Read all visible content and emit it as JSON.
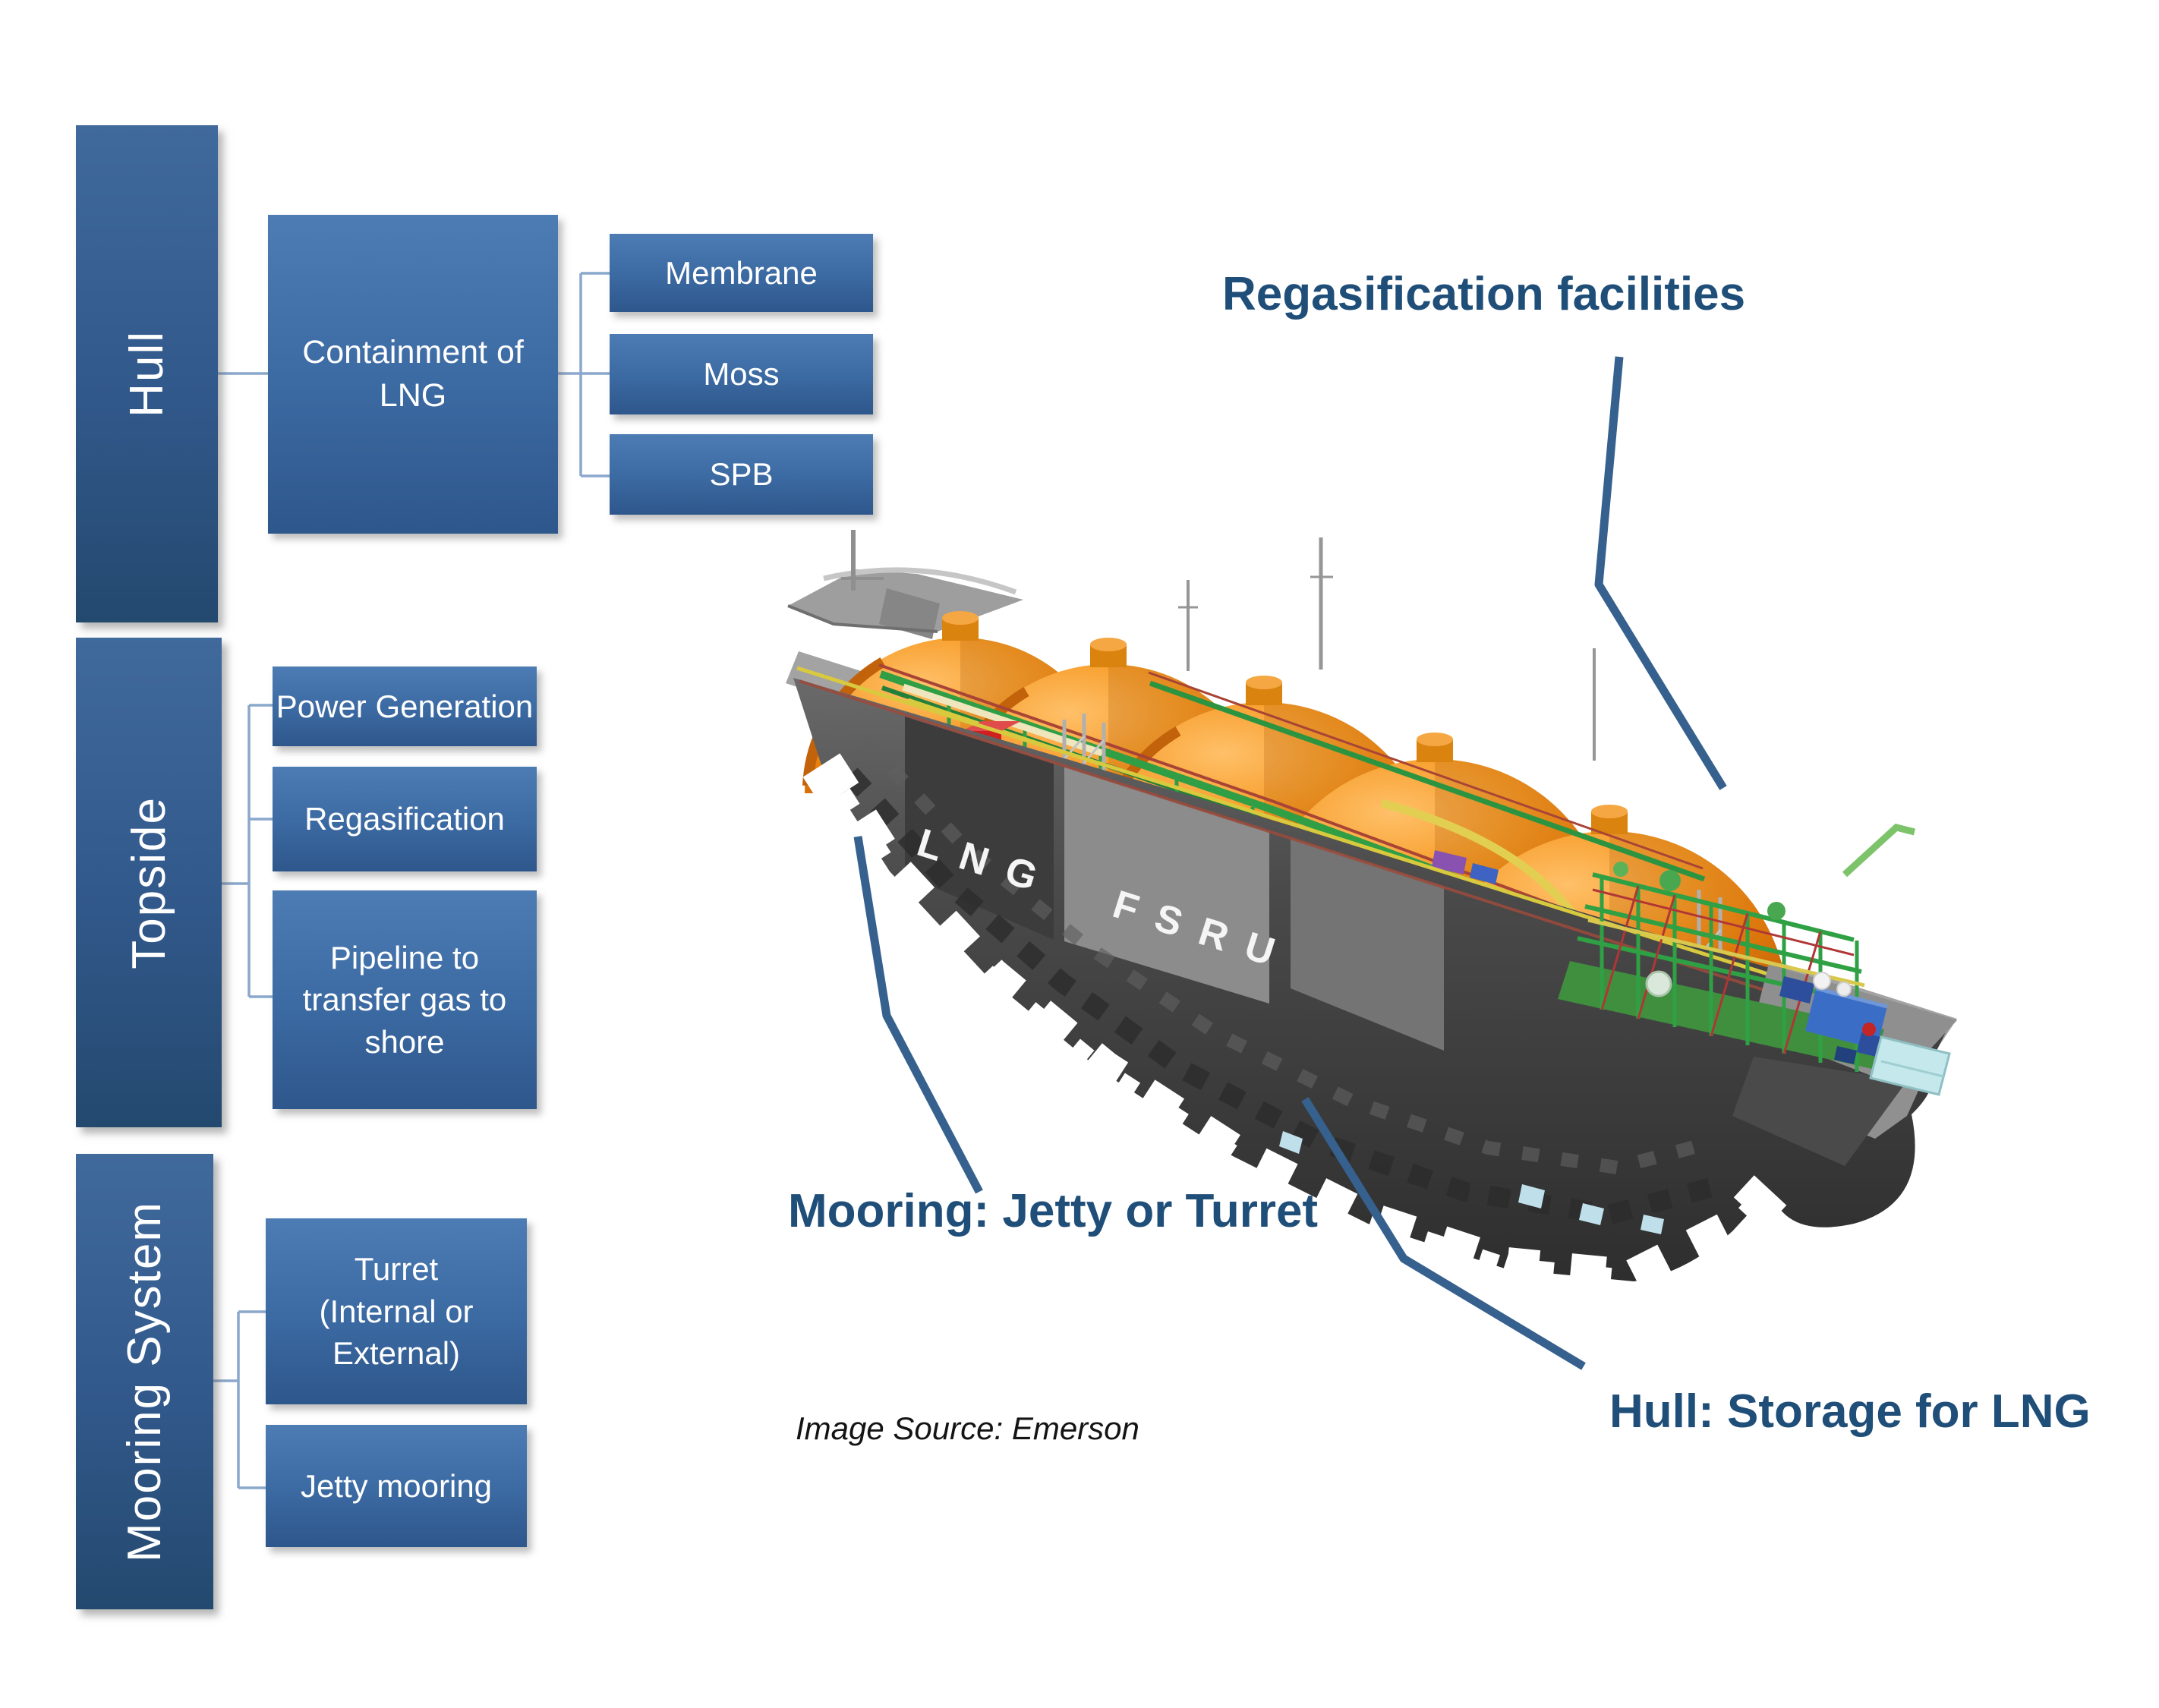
{
  "palette": {
    "accent_dark": "#1f4e79",
    "callout": "#36618e",
    "connector": "#8aa7cc",
    "box_top": "#4d7cb4",
    "box_bot": "#2e578c",
    "vbox_top": "#40699c",
    "vbox_bot": "#24496f",
    "text_white": "#ffffff",
    "tank_orange": "#f79d2a",
    "deck_green": "#2f9e44"
  },
  "hierarchy": {
    "hull": {
      "label": "Hull",
      "containment": {
        "label": "Containment of\nLNG"
      },
      "types": {
        "membrane": {
          "label": "Membrane"
        },
        "moss": {
          "label": "Moss"
        },
        "spb": {
          "label": "SPB"
        }
      }
    },
    "topside": {
      "label": "Topside",
      "power_generation": {
        "label": "Power Generation"
      },
      "regasification": {
        "label": "Regasification"
      },
      "pipeline": {
        "label": "Pipeline to\ntransfer gas to\nshore"
      }
    },
    "mooring_system": {
      "label": "Mooring System",
      "turret": {
        "label": "Turret\n(Internal  or\nExternal)"
      },
      "jetty": {
        "label": "Jetty mooring"
      }
    }
  },
  "annotations": {
    "regasification_facilities": "Regasification facilities",
    "mooring_jetty_or_turret": "Mooring: Jetty or Turret",
    "hull_storage_for_lng": "Hull: Storage for LNG",
    "image_source": "Image Source: Emerson"
  },
  "ship": {
    "hull_text": "LNG FSRU"
  }
}
